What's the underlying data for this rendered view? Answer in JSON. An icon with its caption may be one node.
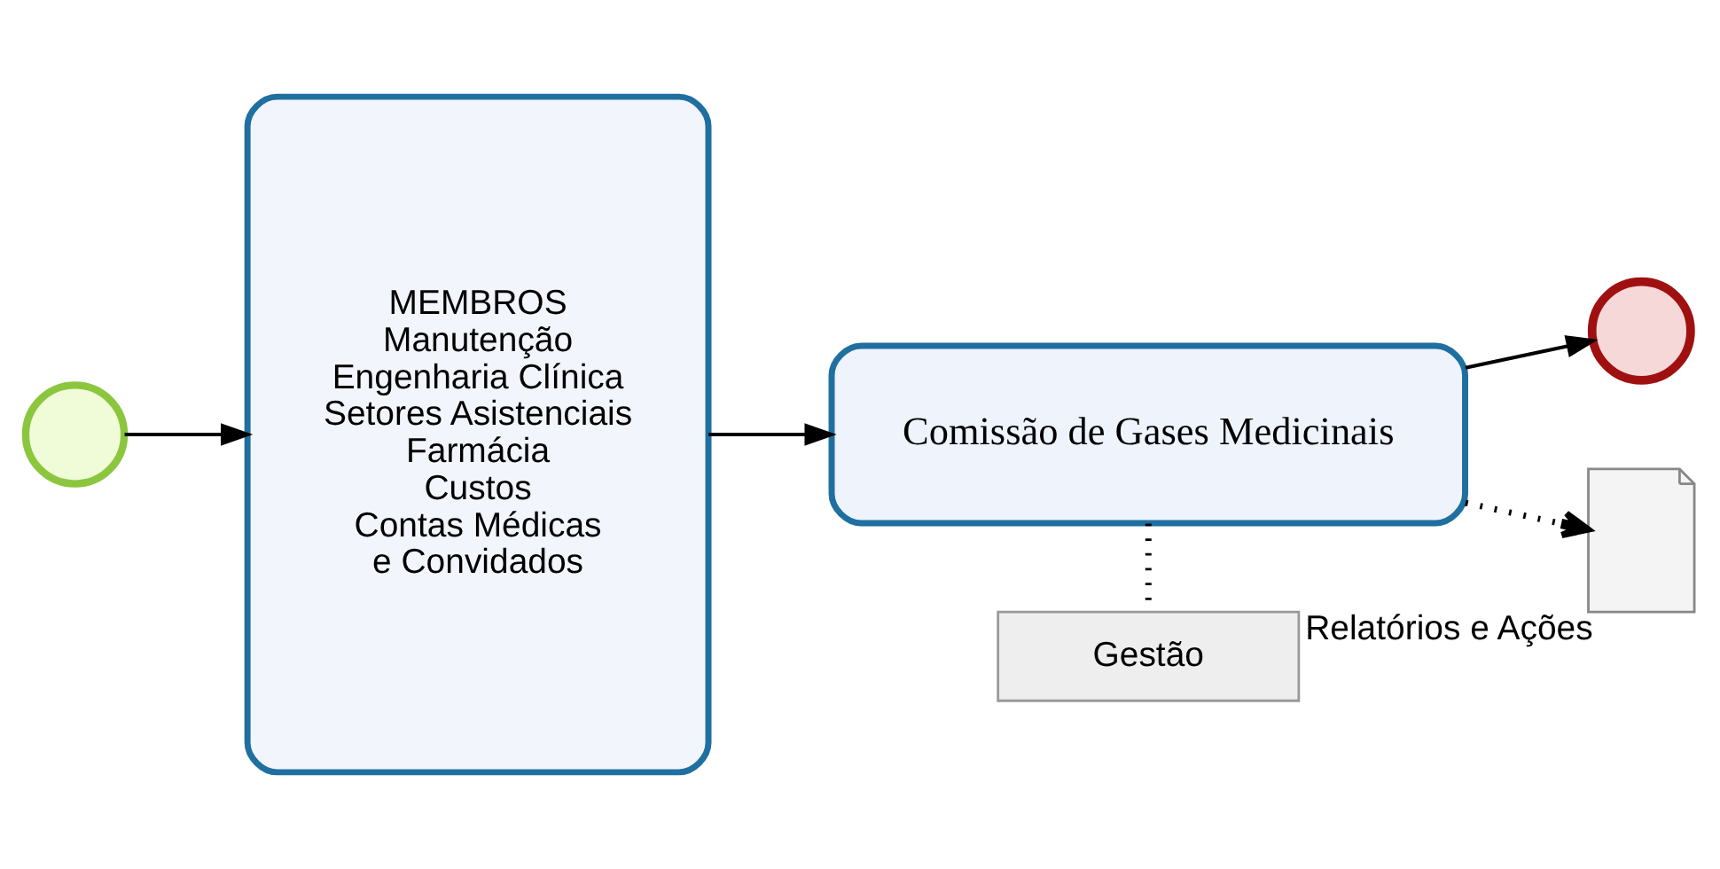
{
  "diagram": {
    "nodes": [
      {
        "text": [],
        "shape": "circle"
      },
      {
        "text": [
          "MEMBROS",
          "Manutenção",
          "Engenharia Clínica",
          "Setores Asistenciais",
          "Farmácia",
          "Custos",
          "Contas Médicas",
          "e Convidados"
        ]
      },
      {
        "text": [
          "Comissão de Gases Medicinais"
        ]
      },
      {
        "text": [],
        "shape": "circle"
      },
      {
        "text": [
          "Gestão"
        ]
      },
      {
        "text": [],
        "shape": "document",
        "beside": [
          "Relatórios e Ações"
        ]
      }
    ],
    "edges": [
      {
        "from": 0,
        "to": 1,
        "arrow": "to"
      },
      {
        "from": 1,
        "to": 2,
        "arrow": "to"
      },
      {
        "from": 2,
        "to": 3,
        "arrow": "to"
      },
      {
        "from": 2,
        "to": 4,
        "arrow": "none",
        "style": "dashed"
      },
      {
        "from": 2,
        "to": 5,
        "arrow": "to",
        "style": "dashed"
      }
    ]
  }
}
